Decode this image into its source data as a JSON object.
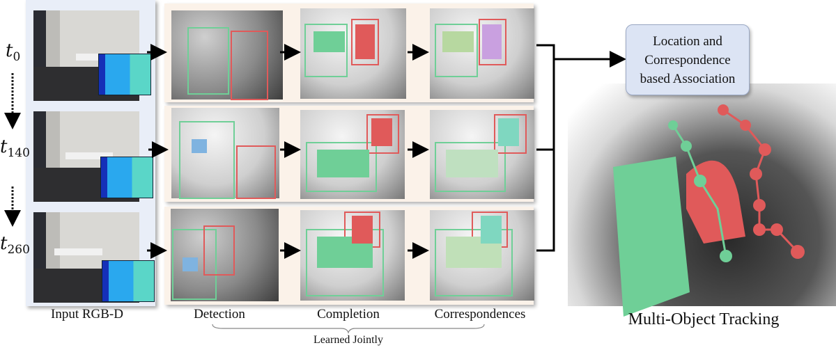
{
  "time_labels": [
    {
      "base": "t",
      "sub": "0"
    },
    {
      "base": "t",
      "sub": "140"
    },
    {
      "base": "t",
      "sub": "260"
    }
  ],
  "stage_labels": {
    "input": "Input RGB-D",
    "detection": "Detection",
    "completion": "Completion",
    "correspondences": "Correspondences",
    "learned_jointly": "Learned Jointly"
  },
  "association_box": {
    "line1": "Location and",
    "line2": "Correspondence",
    "line3": "based Association"
  },
  "tracking_label": "Multi-Object Tracking",
  "colors": {
    "table_object": "#6fcf97",
    "chair_object": "#e05a5a",
    "input_panel_bg": "#e9eef8",
    "stage_panel_bg": "#fbf2e9",
    "association_bg": "#dce4f4"
  }
}
